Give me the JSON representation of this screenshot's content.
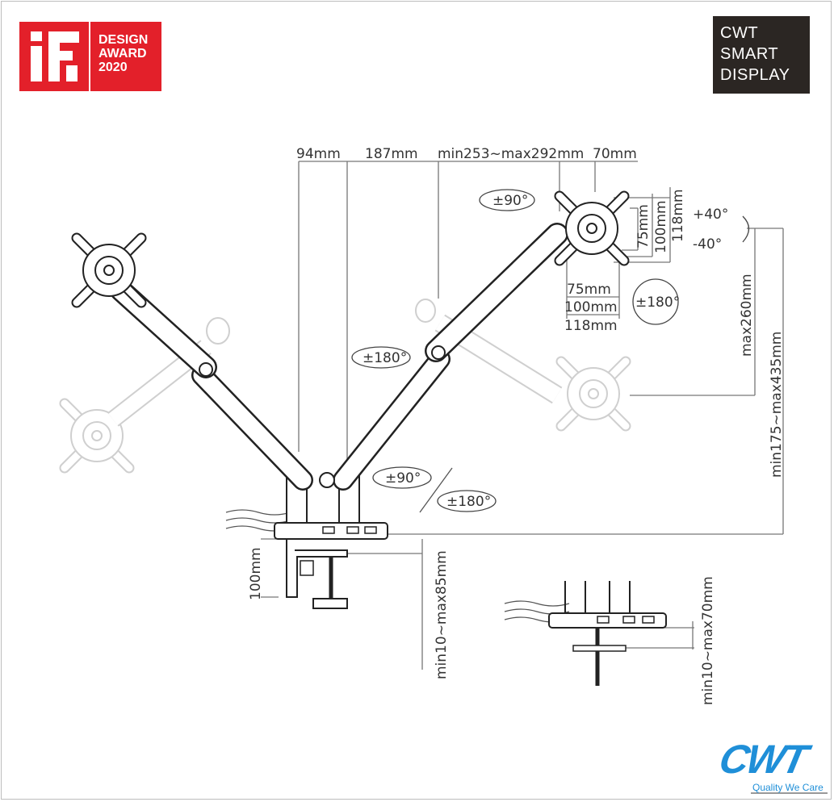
{
  "badges": {
    "if_award": {
      "mark": "iF",
      "line1": "DESIGN",
      "line2": "AWARD",
      "line3": "2020"
    },
    "brand_box": {
      "line1": "CWT",
      "line2": "SMART",
      "line3": "DISPLAY"
    }
  },
  "dimensions": {
    "top": {
      "d1": "94mm",
      "d2": "187mm",
      "d3": "min253~max292mm",
      "d4": "70mm"
    },
    "vesa_vertical": {
      "v75": "75mm",
      "v100": "100mm",
      "v118": "118mm"
    },
    "vesa_horizontal": {
      "h75": "75mm",
      "h100": "100mm",
      "h118": "118mm"
    },
    "tilt": {
      "up": "+40°",
      "down": "-40°"
    },
    "height_adjust": "max260mm",
    "total_height": "min175~max435mm",
    "clamp_height": "100mm",
    "clamp_range": "min10~max85mm",
    "grommet_range": "min10~max70mm"
  },
  "rotations": {
    "head_swivel": "±90°",
    "head_rotate": "±180°",
    "elbow_rotate": "±180°",
    "base_swivel": "±90°",
    "base_rotate": "±180°"
  },
  "footer_logo": {
    "brand": "CWT",
    "tagline": "Quality We Care"
  },
  "colors": {
    "if_red": "#e3202a",
    "brand_dark": "#2b2623",
    "cwt_blue": "#1f8fd8"
  }
}
